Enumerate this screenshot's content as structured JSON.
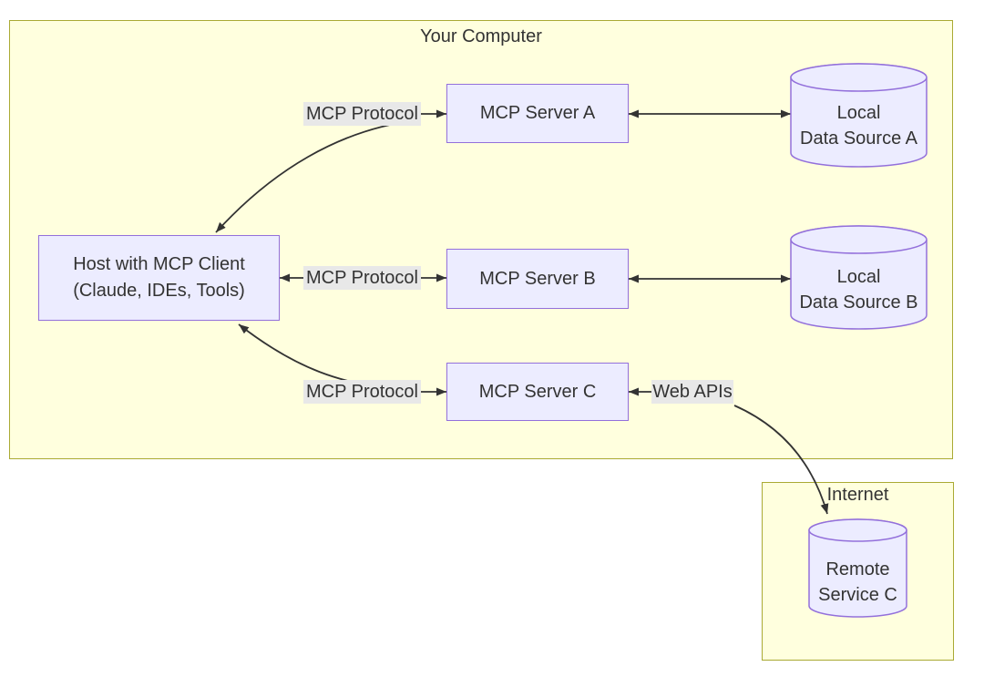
{
  "clusters": {
    "your_computer": {
      "label": "Your Computer"
    },
    "internet": {
      "label": "Internet"
    }
  },
  "nodes": {
    "host": {
      "line1": "Host with MCP Client",
      "line2": "(Claude, IDEs, Tools)"
    },
    "server_a": {
      "label": "MCP Server A"
    },
    "server_b": {
      "label": "MCP Server B"
    },
    "server_c": {
      "label": "MCP Server C"
    },
    "data_source_a": {
      "line1": "Local",
      "line2": "Data Source A"
    },
    "data_source_b": {
      "line1": "Local",
      "line2": "Data Source B"
    },
    "remote_service_c": {
      "line1": "Remote",
      "line2": "Service C"
    }
  },
  "edge_labels": {
    "protocol_a": "MCP Protocol",
    "protocol_b": "MCP Protocol",
    "protocol_c": "MCP Protocol",
    "web_apis": "Web APIs"
  },
  "colors": {
    "cluster_fill": "#ffffde",
    "cluster_border": "#aaaa33",
    "node_fill": "#ececff",
    "node_border": "#9370db",
    "edge_label_bg": "#e8e8e8",
    "arrow": "#333333",
    "text": "#333333",
    "background": "#ffffff"
  }
}
